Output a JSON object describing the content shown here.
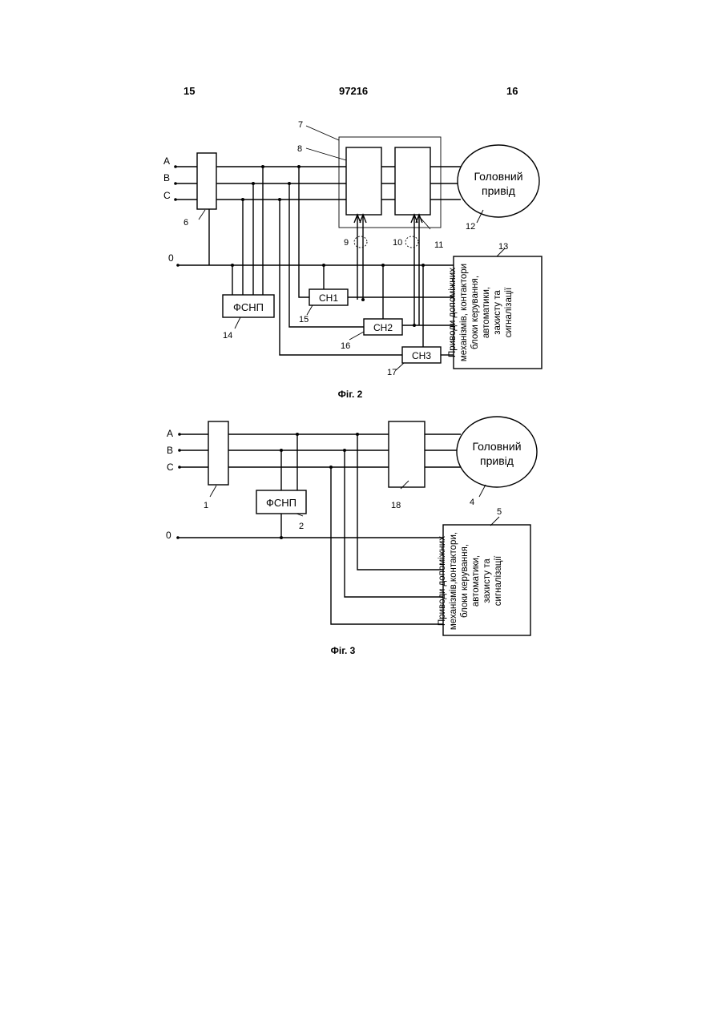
{
  "header": {
    "left_page": "15",
    "doc_number": "97216",
    "right_page": "16"
  },
  "fig2": {
    "caption": "Фіг. 2",
    "phases": [
      "A",
      "B",
      "C"
    ],
    "neutral": "0",
    "motor": [
      "Головний",
      "привід"
    ],
    "fsnp": "ФСНП",
    "ch1": "СН1",
    "ch2": "СН2",
    "ch3": "СН3",
    "aux_lines": [
      "Приводи допоміжних",
      "механізмів, контактори",
      "блоки керування,",
      "автоматики,",
      "захисту та",
      "сигналізації"
    ],
    "refs": {
      "r6": "6",
      "r7": "7",
      "r8": "8",
      "r9": "9",
      "r10": "10",
      "r11": "11",
      "r12": "12",
      "r13": "13",
      "r14": "14",
      "r15": "15",
      "r16": "16",
      "r17": "17"
    }
  },
  "fig3": {
    "caption": "Фіг. 3",
    "phases": [
      "A",
      "B",
      "C"
    ],
    "neutral": "0",
    "motor": [
      "Головний",
      "привід"
    ],
    "fsnp": "ФСНП",
    "aux_lines": [
      "Приводи допоміжних",
      "механізмів,контактори,",
      "блоки керування,",
      "автоматики,",
      "захисту та",
      "сигналізації"
    ],
    "refs": {
      "r1": "1",
      "r2": "2",
      "r4": "4",
      "r5": "5",
      "r18": "18"
    }
  }
}
